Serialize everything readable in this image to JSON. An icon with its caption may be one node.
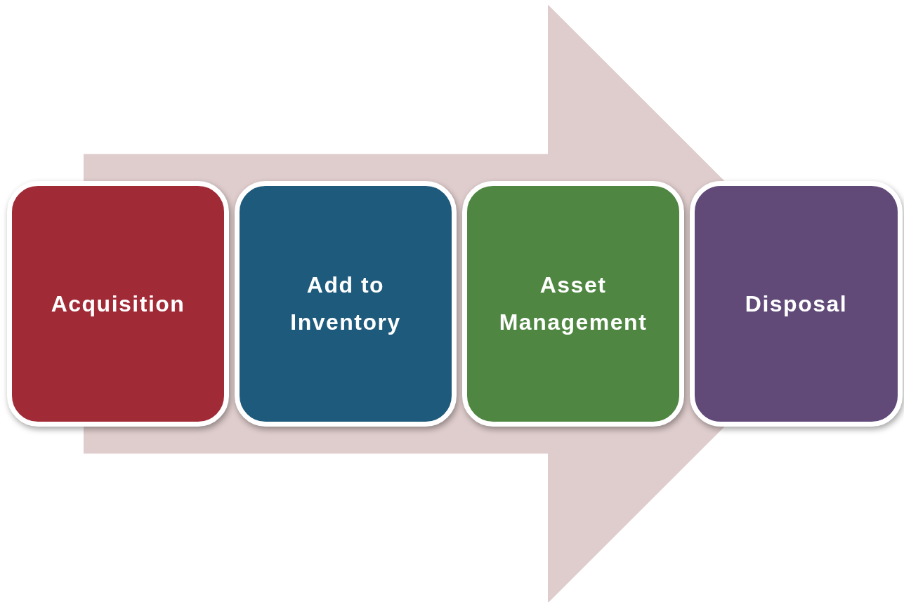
{
  "diagram": {
    "nodes": [
      {
        "text": [
          "Acquisition"
        ]
      },
      {
        "text": [
          "Add to Inventory"
        ]
      },
      {
        "text": [
          "Asset Management"
        ]
      },
      {
        "text": [
          "Disposal"
        ]
      }
    ],
    "edges": [
      {
        "from": 0,
        "to": 3,
        "arrow": "to"
      }
    ]
  }
}
